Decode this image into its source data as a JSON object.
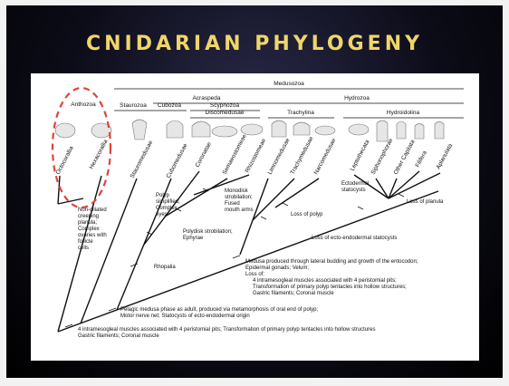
{
  "title": "CNIDARIAN PHYLOGENY",
  "colors": {
    "title": "#f0d56a",
    "highlight": "#e0433a",
    "background": "#0c0c18",
    "paper": "#ffffff"
  },
  "groups": {
    "medusozoa": "Medusozoa",
    "anthozoa": "Anthozoa",
    "acraspeda": "Acraspeda",
    "scyphozoa": "Scyphozoa",
    "hydrozoa": "Hydrozoa",
    "staurozoa": "Staurozoa",
    "cubozoa": "Cubozoa",
    "discomedusae": "Discomedusae",
    "trachylina": "Trachylina",
    "hydroidolina": "Hydroidolina"
  },
  "taxa": [
    "Octocorallia",
    "Hexacorallia",
    "Stauromedusae",
    "Cubomedusae",
    "Coronatae",
    "Semaeostomeae",
    "Rhizostomeae",
    "Limnomedusae",
    "Trachymedusae",
    "Narcomedusae",
    "Leptothecata",
    "Siphonophorae",
    "Other Capitata",
    "Filifera",
    "Aplanulata"
  ],
  "annotations": {
    "anthozoa_traits": [
      "Non-ciliated",
      "creeping",
      "planula;",
      "Complex",
      "ovaries with",
      "follicle",
      "cells"
    ],
    "cubozoa_traits": [
      "Polyp",
      "simplified;",
      "Complex",
      "eyes"
    ],
    "discomedusae_traits": [
      "Monodisk",
      "strobilation;",
      "Fused",
      "mouth arms"
    ],
    "scyphozoa_traits": [
      "Polydisk strobilation;",
      "Ephyrae"
    ],
    "rhopalia": "Rhopalia",
    "ectodermal": [
      "Ectodermal",
      "statocysts"
    ],
    "loss_planula": "Loss of planula",
    "loss_polyp": "Loss of polyp",
    "loss_statocysts": "Loss of ecto-endodermal statocysts",
    "hydrozoa_traits": [
      "Medusa produced through lateral budding and growth of the entocodon;",
      "Epidermal gonads; Velum;",
      "Loss of:",
      "4 intramesogleal muscles associated with 4 peristomial pits;",
      "Transformation of primary polyp tentacles into hollow structures;",
      "Gastric filaments; Coronal muscle"
    ],
    "medusozoa_traits": [
      "Pelagic medusa phase as adult, produced via metamorphosis of oral end of polyp;",
      "Motor nerve net; Statocysts of ecto-endodermal origin"
    ],
    "root_traits": [
      "4 intramesogleal muscles associated with 4 peristomial pits; Transformation of primary polyp tentacles into hollow structures",
      "Gastric filaments; Coronal muscle"
    ]
  }
}
